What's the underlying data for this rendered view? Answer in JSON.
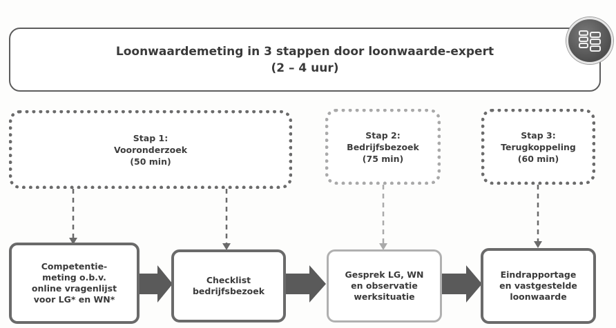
{
  "header": {
    "title_line1": "Loonwaardemeting in 3 stappen door loonwaarde-expert",
    "title_line2": "(2 – 4 uur)"
  },
  "badge": {
    "icon": "tools-icon"
  },
  "steps": [
    {
      "label": "Stap 1:",
      "name": "Vooronderzoek",
      "duration": "(50 min)"
    },
    {
      "label": "Stap 2:",
      "name": "Bedrijfsbezoek",
      "duration": "(75 min)"
    },
    {
      "label": "Stap 3:",
      "name": "Terugkoppeling",
      "duration": "(60 min)"
    }
  ],
  "activities": [
    {
      "lines": [
        "Competentie-",
        "meting o.b.v.",
        "online vragenlijst",
        "voor LG* en WN*"
      ]
    },
    {
      "lines": [
        "Checklist",
        "bedrijfsbezoek"
      ]
    },
    {
      "lines": [
        "Gesprek LG, WN",
        "en observatie",
        "werksituatie"
      ]
    },
    {
      "lines": [
        "Eindrapportage",
        "en vastgestelde",
        "loonwaarde"
      ]
    }
  ],
  "colors": {
    "dark": "#6a6a6a",
    "light": "#aaaaaa",
    "arrow": "#5a5a5a"
  }
}
